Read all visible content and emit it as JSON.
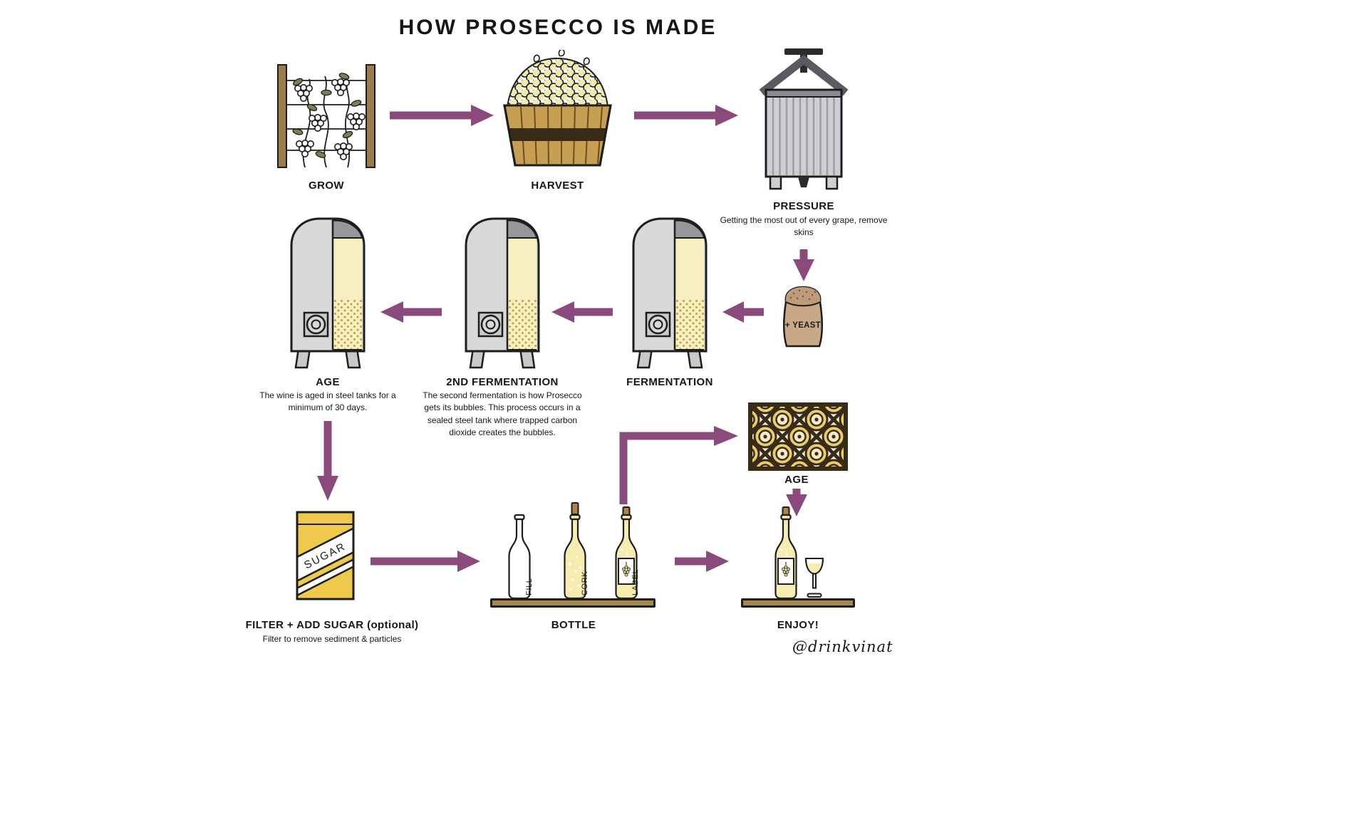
{
  "title": "HOW PROSECCO IS MADE",
  "credit": "@drinkvinat",
  "colors": {
    "arrow": "#8A4A7C",
    "gold": "#EFC94C",
    "wine_pale": "#F6ECB0",
    "steel_gray": "#D8D8DA",
    "wood_tan": "#A8854C"
  },
  "steps": {
    "grow": {
      "label": "GROW"
    },
    "harvest": {
      "label": "HARVEST"
    },
    "pressure": {
      "label": "PRESSURE",
      "caption": "Getting the most out of every grape, remove skins"
    },
    "yeast": {
      "label": "+ YEAST"
    },
    "fermentation": {
      "label": "FERMENTATION"
    },
    "second_fermentation": {
      "label": "2ND FERMENTATION",
      "caption": "The second fermentation is how Prosecco gets its bubbles. This process occurs in a sealed steel tank where trapped carbon dioxide creates the bubbles."
    },
    "age_tank": {
      "label": "AGE",
      "caption": "The wine is aged in steel tanks for a minimum of 30 days."
    },
    "filter_sugar": {
      "label": "FILTER + ADD SUGAR (optional)",
      "caption": "Filter to remove sediment & particles",
      "package_text": "SUGAR"
    },
    "bottle": {
      "label": "BOTTLE",
      "stations": [
        "FILL",
        "CORK",
        "LABEL"
      ]
    },
    "age_rack": {
      "label": "AGE"
    },
    "enjoy": {
      "label": "ENJOY!"
    }
  }
}
